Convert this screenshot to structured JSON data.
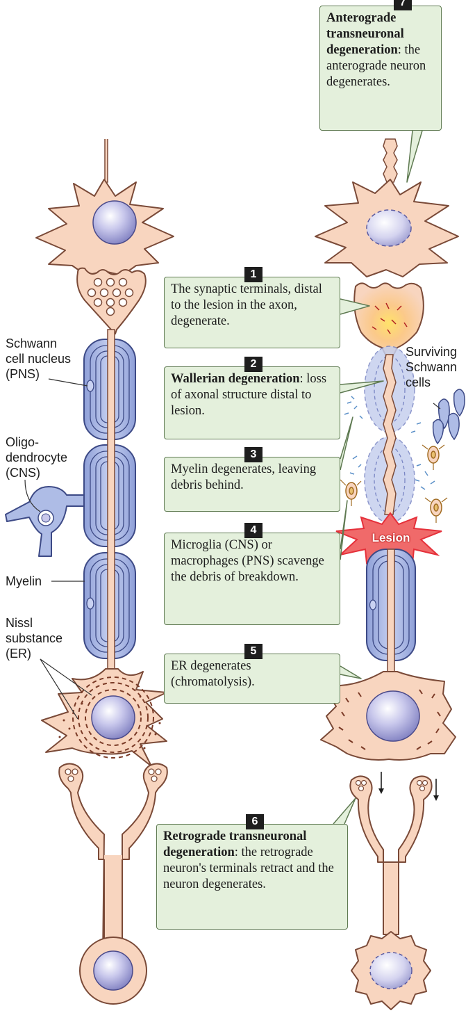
{
  "callouts": {
    "c1": {
      "num": "1",
      "text": "The synaptic terminals, distal to the lesion in the axon, degenerate."
    },
    "c2": {
      "num": "2",
      "bold": "Wallerian degeneration",
      "text": ": loss of axonal structure distal to lesion."
    },
    "c3": {
      "num": "3",
      "text": "Myelin degenerates, leaving debris behind."
    },
    "c4": {
      "num": "4",
      "text": "Microglia (CNS) or macrophages (PNS) scavenge the debris of breakdown."
    },
    "c5": {
      "num": "5",
      "text": "ER degenerates (chromatolysis)."
    },
    "c6": {
      "num": "6",
      "bold": "Retrograde transneuronal degeneration",
      "text": ": the retrograde neuron's terminals retract and the neuron degenerates."
    },
    "c7": {
      "num": "7",
      "bold": "Anterograde transneuronal degeneration",
      "text": ": the anterograde neuron degenerates."
    }
  },
  "labels": {
    "schwann_nucleus": [
      "Schwann",
      "cell nucleus",
      "(PNS)"
    ],
    "oligodendrocyte": [
      "Oligo-",
      "dendrocyte",
      "(CNS)"
    ],
    "myelin": "Myelin",
    "nissl": [
      "Nissl",
      "substance",
      "(ER)"
    ],
    "surviving_schwann": [
      "Surviving",
      "Schwann",
      "cells"
    ],
    "lesion": "Lesion"
  },
  "colors": {
    "cell_fill": "#f8d5bf",
    "cell_stroke": "#7a4a38",
    "myelin_fill": "#aebce6",
    "myelin_stroke": "#3d4a86",
    "callout_fill": "#e4f0dc",
    "callout_border": "#5f7a52",
    "lesion_red": "#e5303a"
  }
}
